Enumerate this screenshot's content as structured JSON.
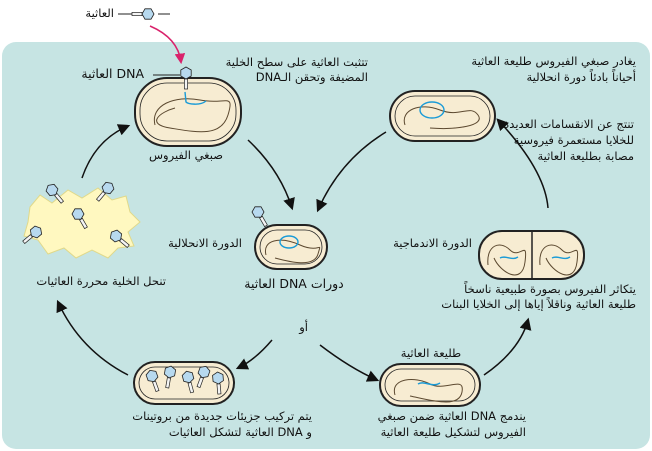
{
  "labels": {
    "phage_legend": "العاثية",
    "phage_dna": "DNA العاثية",
    "attach": [
      "تتثبت العاثية على سطح الخلية",
      "المضيفة وتحقن الـDNA"
    ],
    "chromosome": "صبغي الفيروس",
    "lytic_cycle": "الدورة الانحلالية",
    "lysogenic_cycle": "الدورة الاندماجية",
    "circles": [
      "دورات DNA العاثية"
    ],
    "or_word": "أو",
    "lysis": "تنحل الخلية محررة العاثيات",
    "synthesis": [
      "يتم تركيب جزيئات جديدة من بروتينات",
      "و DNA العاثية لتشكل العاثيات"
    ],
    "prophage": "طليعة العاثية",
    "integrate": [
      "يندمج DNA العاثية ضمن صبغي",
      "الفيروس لتشكيل طليعة العاثية"
    ],
    "replicate": [
      "يتكاثر الفيروس بصورة طبيعية ناسخاً",
      "طليعة العاثية وناقلاً إياها إلى الخلايا البنات"
    ],
    "colonies": [
      "تنتج عن الانقسامات العديدة",
      "للخلايا مستعمرة فيروسية",
      "مصابة بطليعة العاثية"
    ],
    "exit": [
      "يغادر صبغي الفيروس طليعة العاثية",
      "أحياناً بادئاً دورة انحلالية"
    ]
  },
  "colors": {
    "panel": "#c6e4e3",
    "cell_fill": "#f7ecd2",
    "dna": "#1a9bd7",
    "arrow": "#111111",
    "inject_arrow": "#d9226b",
    "burst": "#fff8c0"
  }
}
